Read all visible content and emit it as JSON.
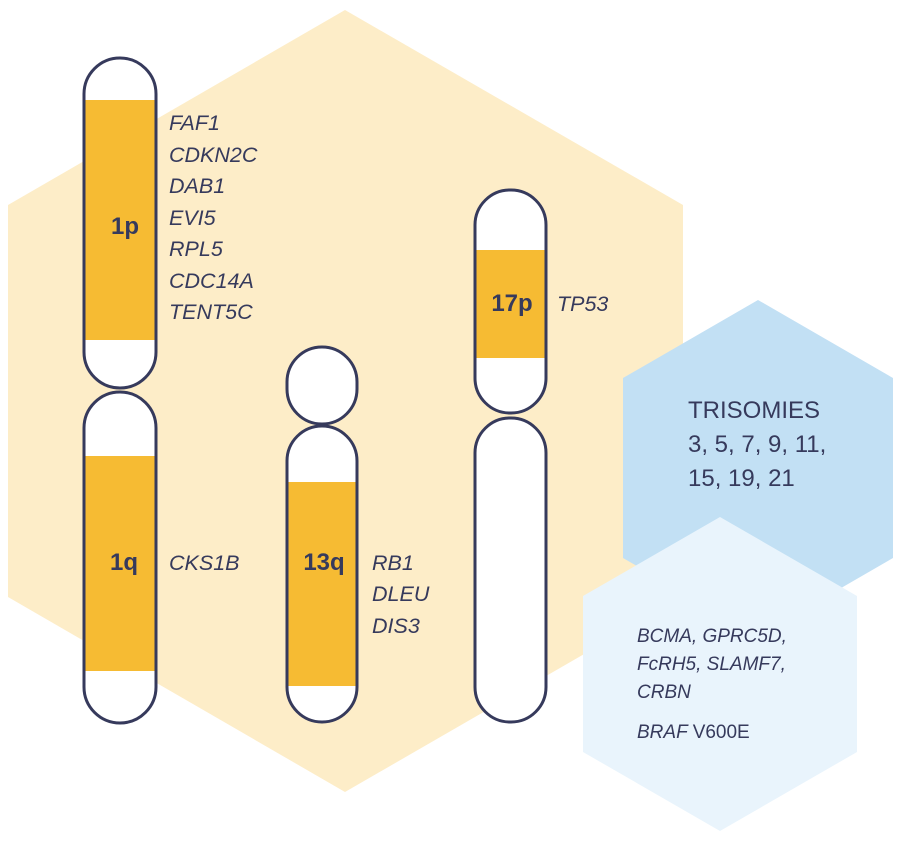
{
  "colors": {
    "hexagon_main": "#fdedc8",
    "hexagon_trisomies": "#c2e0f4",
    "hexagon_targets": "#e9f4fc",
    "chromosome_outline": "#363a5c",
    "band_fill": "#f6bb33",
    "text": "#363a5c"
  },
  "chromosomes": {
    "chr1": {
      "p_arm": {
        "label": "1p",
        "genes": [
          "FAF1",
          "CDKN2C",
          "DAB1",
          "EVI5",
          "RPL5",
          "CDC14A",
          "TENT5C"
        ]
      },
      "q_arm": {
        "label": "1q",
        "genes": [
          "CKS1B"
        ]
      }
    },
    "chr13": {
      "q_arm": {
        "label": "13q",
        "genes": [
          "RB1",
          "DLEU",
          "DIS3"
        ]
      }
    },
    "chr17": {
      "p_arm": {
        "label": "17p",
        "genes": [
          "TP53"
        ]
      }
    }
  },
  "trisomies": {
    "title": "TRISOMIES",
    "lines": [
      "3, 5, 7, 9, 11,",
      "15, 19, 21"
    ]
  },
  "targets": {
    "lines": [
      "BCMA, GPRC5D,",
      "FcRH5, SLAMF7,",
      "CRBN"
    ],
    "mutation_gene": "BRAF",
    "mutation_variant": "V600E"
  }
}
